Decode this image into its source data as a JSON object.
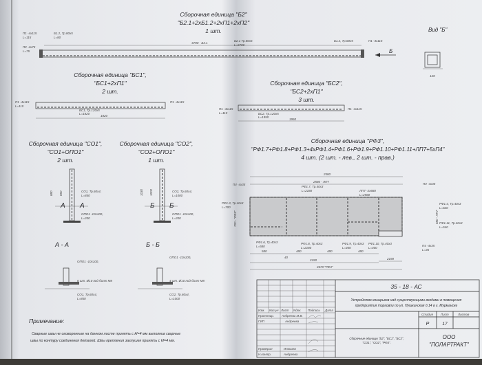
{
  "b2": {
    "title": "Сборочная единица \"Б2\"",
    "formula": "\"Б2.1+2хБ1.2+2хП1+2хП2\"",
    "qty": "1 шт.",
    "dim": "6700 - Б2.1",
    "part1": "Б1.2, Тр.80х5",
    "part1_len": "L=80",
    "part2": "Б2.1 Тр.80х5",
    "part2_len": "L=6700",
    "plate": "П1 -4х115",
    "plate_len": "L=115",
    "plate2": "П2 -4х75",
    "plate2_len": "L=75",
    "arrow": "Б"
  },
  "view_b": {
    "title": "Вид \"Б\"",
    "dim": "120"
  },
  "bs1": {
    "title": "Сборочная единица \"БС1\",",
    "formula": "\"БС1+2хП1\"",
    "qty": "2 шт.",
    "part": "БС1, Тр.120х5",
    "part_len": "L=1820",
    "dim": "1820",
    "plate": "П1 -4х115",
    "plate_len": "L=115"
  },
  "bs2": {
    "title": "Сборочная единица \"БС2\",",
    "formula": "\"БС2+2хП1\"",
    "qty": "3 шт.",
    "part": "БС2, Тр.120х5",
    "part_len": "L=1950",
    "dim": "1950",
    "plate": "П1 -4х115",
    "plate_len": "L=115"
  },
  "co1": {
    "title": "Сборочная единица \"СО1\",",
    "formula": "\"СО1+ОПО1\"",
    "qty": "2 шт.",
    "part": "СО1, Тр.60х4,",
    "part_len": "L=850",
    "base": "ОПО1 -10х100,",
    "base_len": "L=200",
    "dim1": "880",
    "dim2": "850",
    "cut": "А"
  },
  "co2": {
    "title": "Сборочная единица \"СО2\",",
    "formula": "\"СО2+ОПО1\"",
    "qty": "1 шт.",
    "part": "СО2, Тр.60х4,",
    "part_len": "L=1000",
    "base": "ОПО1 -10х100,",
    "base_len": "L=200",
    "dim1": "1030",
    "dim2": "1000",
    "cut": "Б"
  },
  "section_aa": {
    "title": "А - А",
    "note": "6 шт. Ø10 под болт М8",
    "len": "L=850"
  },
  "section_bb": {
    "title": "Б - Б",
    "note": "4 шт. Ø10 под болт М8",
    "len": "L=1000"
  },
  "rf3": {
    "title": "Сборочная единица \"РФ3\",",
    "formula": "\"РФ1.7+РФ1.8+РФ1.3+4хРФ1.4+РФ1.6+РФ1.9+РФ1.10+РФ1.11+ЛП7+5хП4\"",
    "qty": "4 шт.  (2 шт. - лев., 2 шт. - прав.)",
    "dim_total": "2580",
    "dim_sheet": "2580 - ЛП7",
    "dim_bottom1": "2190",
    "dim_bottom2": "2190",
    "dim_total_bottom": "2670 \"РФ3\"",
    "spans": [
      "580",
      "480",
      "480",
      "480"
    ],
    "gap": "40",
    "labels": [
      {
        "name": "РФ1.7, Тр.40х3",
        "len": "L=2180"
      },
      {
        "name": "ЛП7 -2х680",
        "len": "L=2580"
      },
      {
        "name": "РФ1.3, Тр.40х3",
        "len": "L=700"
      },
      {
        "name": "РФ1.4, Тр.40х3",
        "len": "L=620"
      },
      {
        "name": "РФ1.11, Тр.40х3",
        "len": "L=540"
      },
      {
        "name": "РФ1.6, Тр.40х3",
        "len": "L=580"
      },
      {
        "name": "РФ1.8, Тр.40х3",
        "len": "L=2180"
      },
      {
        "name": "РФ1.9, Тр.40х3",
        "len": "L=400"
      },
      {
        "name": "РФ1.10, Тр.40х3",
        "len": "L=400"
      },
      {
        "name": "П4 -4х35",
        "len": "L=35"
      }
    ],
    "dim_height": "700 - \"РФ3\"",
    "dim_right": "680 - ЛП7"
  },
  "note": {
    "title": "Примечание:",
    "line1": "Сварные швы не оговоренные на данном листе принять  с kf=4 мм выполнив сварные",
    "line2": "швы по контуру соединения деталей. Швы крепления заглушек  принять с kf=4 мм."
  },
  "title_block": {
    "code": "35 - 18 - АС",
    "project_line1": "Устройство козырьков над существующими входами в помещения",
    "project_line2": "предприятия торговли по ул. Пушкинская д.14  в  г. Мурманске",
    "headers": [
      "Изм.",
      "Кол.уч",
      "Лист",
      "Nдок.",
      "Подпись",
      "Дата"
    ],
    "roles": [
      {
        "role": "Проектир.",
        "name": "Андреева М.В."
      },
      {
        "role": "ГИП",
        "name": "Андреева"
      },
      {
        "role": "Проверил",
        "name": "Инюшев"
      },
      {
        "role": "Н.контр.",
        "name": "Андреева"
      }
    ],
    "stage_label": "Стадия",
    "sheet_label": "Лист",
    "sheets_label": "Листов",
    "stage": "Р",
    "sheet": "17",
    "sheet_title_line1": "Сборочные единицы \"Б2\", \"БС1\", \"БС2\",",
    "sheet_title_line2": "\"СО1\", \"СО2\", \"РФ3\".",
    "company_line1": "ООО",
    "company_line2": "\"ПОЛАРТРАКТ\""
  }
}
